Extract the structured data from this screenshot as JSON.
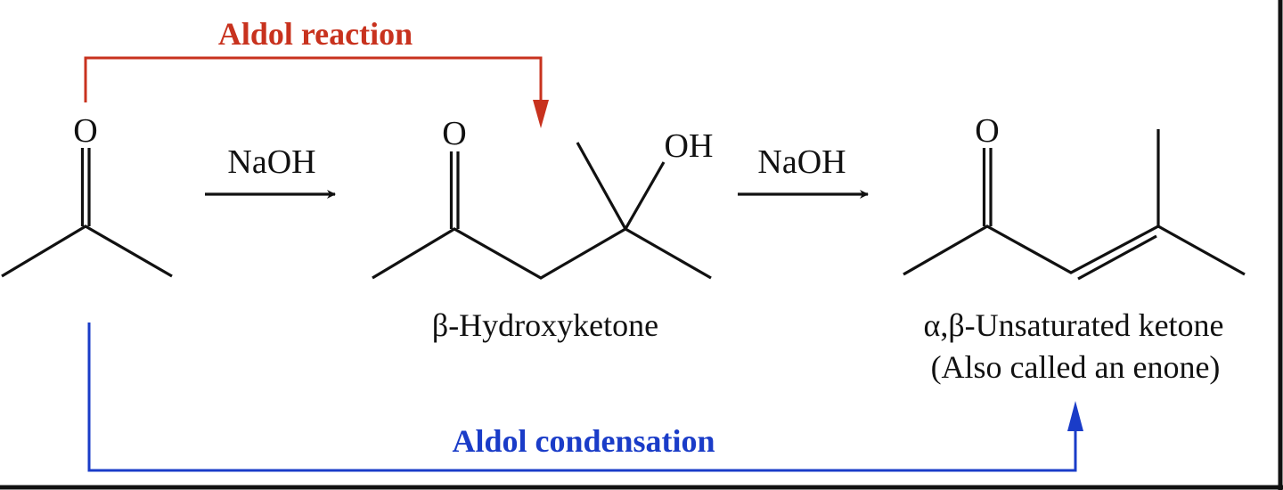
{
  "aldol_reaction": {
    "label": "Aldol reaction",
    "color": "#c8321e"
  },
  "aldol_condensation": {
    "label": "Aldol condensation",
    "color": "#1a3cc8"
  },
  "step1": {
    "reagent": "NaOH"
  },
  "step2": {
    "reagent": "NaOH"
  },
  "reactant": {
    "oxygen": "O"
  },
  "intermediate": {
    "oxygen": "O",
    "hydroxyl": "OH",
    "name": "β-Hydroxyketone"
  },
  "product": {
    "oxygen": "O",
    "name": "α,β-Unsaturated ketone",
    "note": "(Also called an enone)"
  },
  "frame_color": "#111111"
}
